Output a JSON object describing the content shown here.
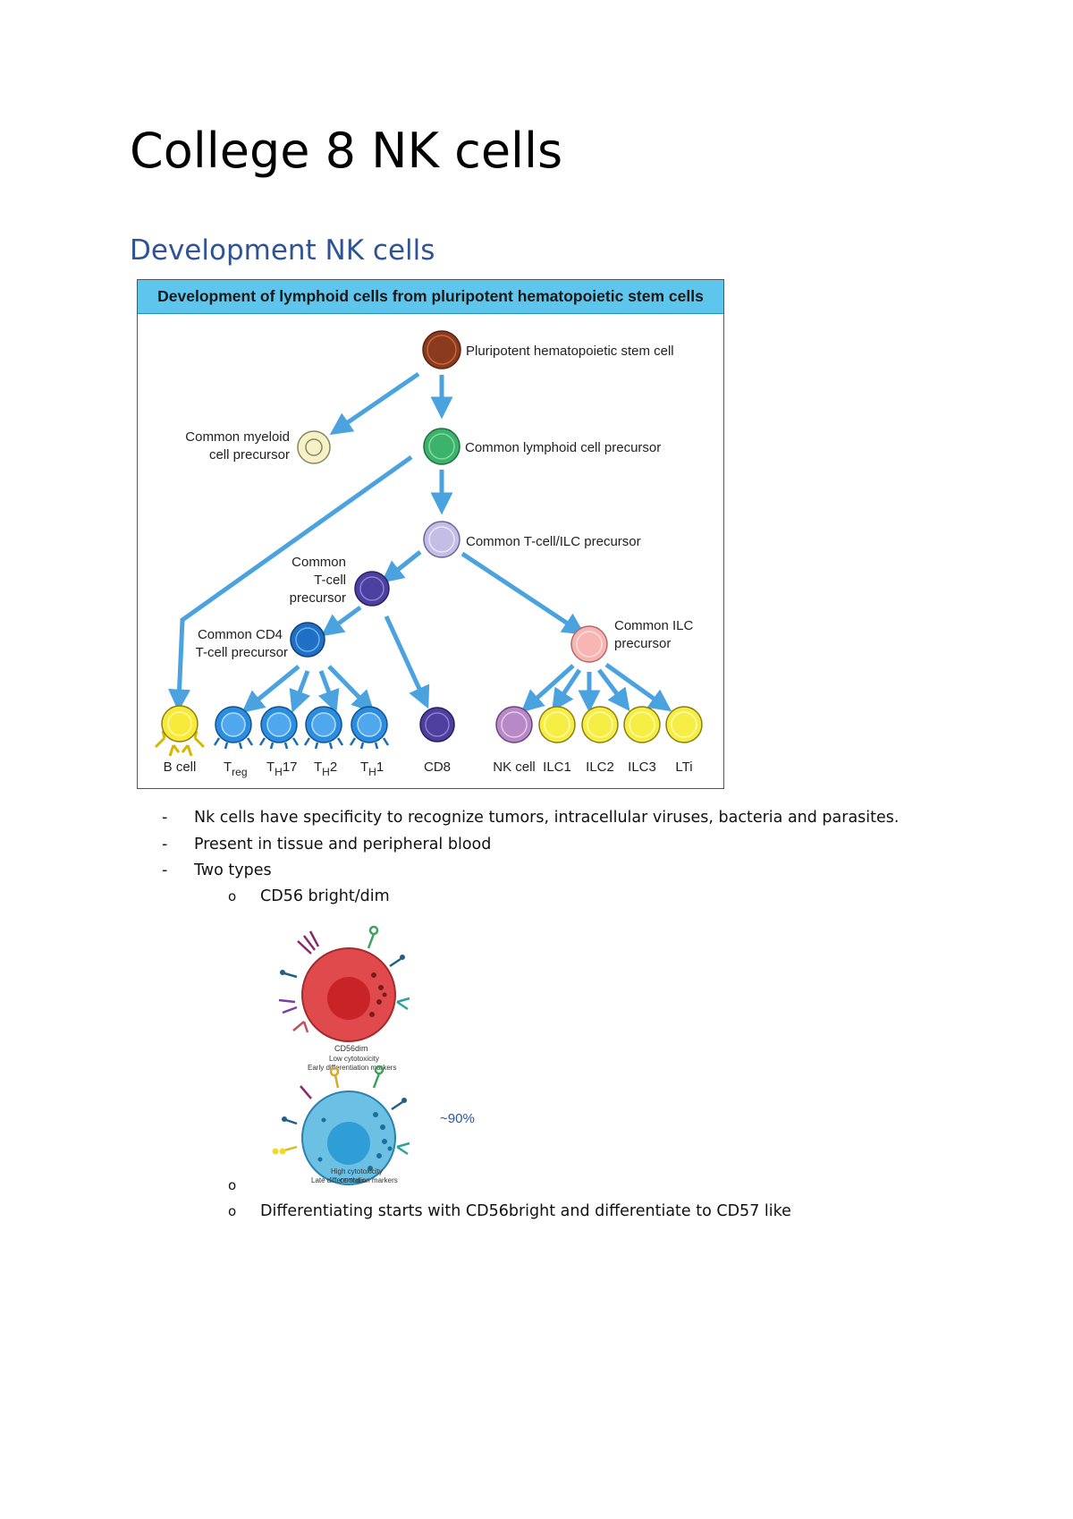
{
  "title": "College 8 NK cells",
  "section_heading": "Development NK cells",
  "diagram": {
    "title": "Development of lymphoid cells from pluripotent hematopoietic stem cells",
    "labels": {
      "stem": "Pluripotent hematopoietic stem cell",
      "myeloid_1": "Common myeloid",
      "myeloid_2": "cell precursor",
      "lymphoid": "Common lymphoid cell precursor",
      "tilc": "Common T-cell/ILC precursor",
      "tcell_1": "Common",
      "tcell_2": "T-cell",
      "tcell_3": "precursor",
      "cd4_1": "Common CD4",
      "cd4_2": "T-cell precursor",
      "ilc_1": "Common ILC",
      "ilc_2": "precursor"
    },
    "bottom_labels": {
      "bcell": "B cell",
      "treg_main": "T",
      "treg_sub": "reg",
      "th17_main": "T",
      "th17_sub": "H",
      "th17_suffix": "17",
      "th2_main": "T",
      "th2_sub": "H",
      "th2_suffix": "2",
      "th1_main": "T",
      "th1_sub": "H",
      "th1_suffix": "1",
      "cd8": "CD8",
      "nk": "NK cell",
      "ilc1": "ILC1",
      "ilc2": "ILC2",
      "ilc3": "ILC3",
      "lti": "LTi"
    },
    "colors": {
      "arrow": "#4aa3df",
      "stem": "#8b3a1e",
      "myeloid": "#f6f1c6",
      "lymphoid": "#3cb36b",
      "tilc": "#c4bde6",
      "tcell": "#4b3fa0",
      "cd4": "#1f6fc4",
      "ilc": "#f7b6b3",
      "bcell": "#f7ea3a",
      "treg": "#2a8de0",
      "cd8": "#4e3f9e",
      "nk": "#b889c7",
      "ilc_yellow": "#f7ee45"
    }
  },
  "bullets": [
    "Nk cells have specificity to recognize tumors, intracellular viruses, bacteria and parasites.",
    "Present in tissue and peripheral blood",
    "Two types"
  ],
  "bullet_marker": "-",
  "sub_marker": "o",
  "sub_bullets": {
    "first": "CD56 bright/dim",
    "empty": "",
    "last": "Differentiating starts with CD56bright and differentiate to CD57 like"
  },
  "cd56_figure": {
    "dim_label": "CD56dim",
    "dim_line1": "Low cytotoxicity",
    "dim_line2": "Early differentiation markers",
    "bright_label": "CD56dim",
    "bright_line1": "High cytotoxicity",
    "bright_line2": "Late differentiation markers",
    "percent": "~90%"
  }
}
